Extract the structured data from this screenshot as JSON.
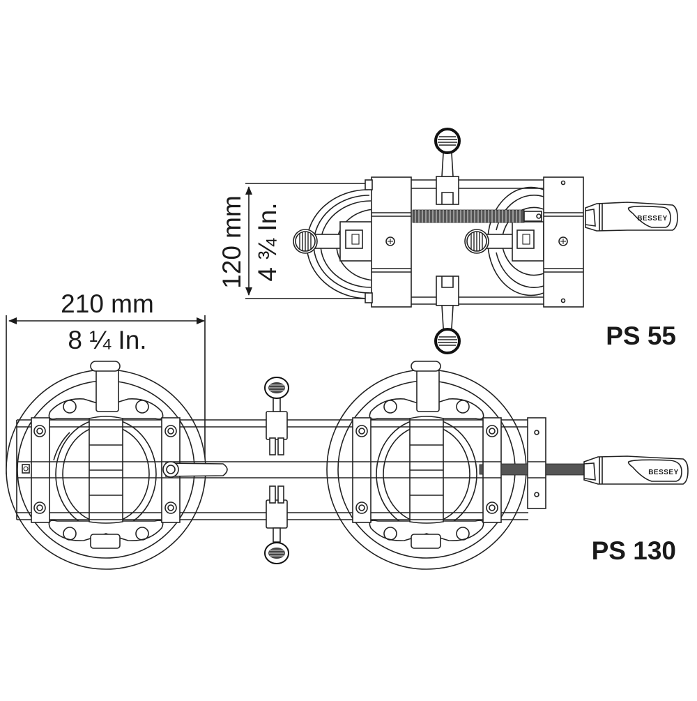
{
  "diagram": {
    "type": "technical-dimension-drawing",
    "subject": "Suction cup seam setter comparison",
    "models": [
      {
        "id": "ps55",
        "label": "PS 55",
        "dimension": {
          "axis": "vertical",
          "metric": "120 mm",
          "imperial": "4 ¾ In."
        },
        "handle_brand": "BESSEY"
      },
      {
        "id": "ps130",
        "label": "PS 130",
        "dimension": {
          "axis": "horizontal",
          "metric": "210 mm",
          "imperial": "8 ¼ In."
        },
        "handle_brand": "BESSEY"
      }
    ],
    "colors": {
      "line": "#222222",
      "text": "#1a1a1a",
      "background": "#ffffff"
    }
  }
}
